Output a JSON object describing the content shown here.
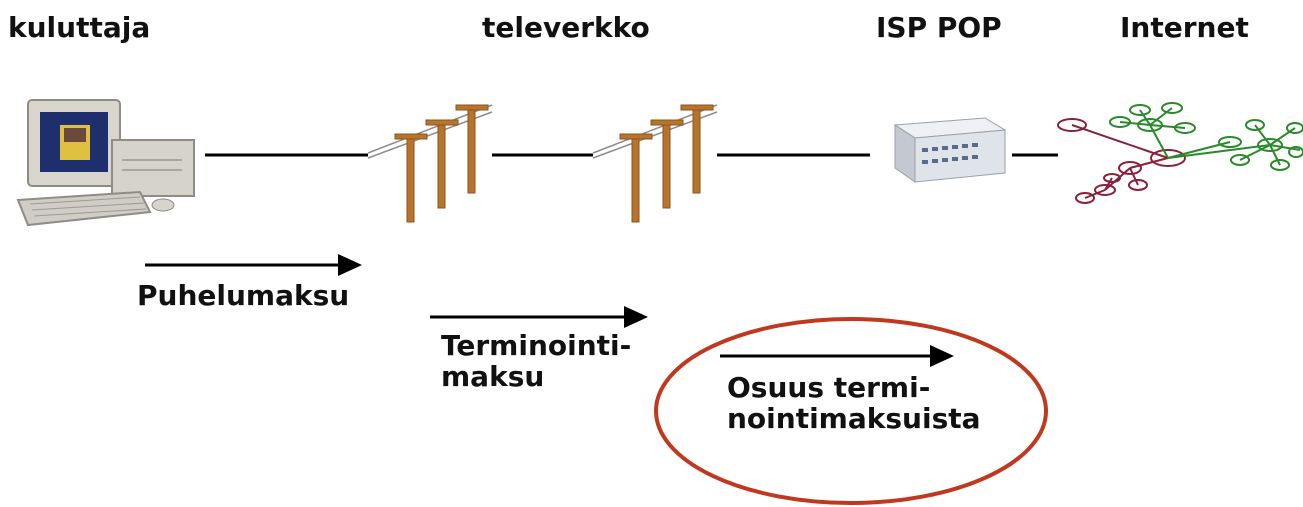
{
  "headers": {
    "consumer": "kuluttaja",
    "telenetwork": "televerkko",
    "isp_pop": "ISP POP",
    "internet": "Internet"
  },
  "fees": {
    "call_fee": "Puhelumaksu",
    "termination_line1": "Terminointi-",
    "termination_line2": "maksu",
    "share_line1": "Osuus termi-",
    "share_line2": "nointimaksuista"
  },
  "colors": {
    "pole": "#b8742a",
    "ellipse": "#c0391e",
    "net_red": "#8b1f3a",
    "net_green": "#2a8a2a"
  }
}
